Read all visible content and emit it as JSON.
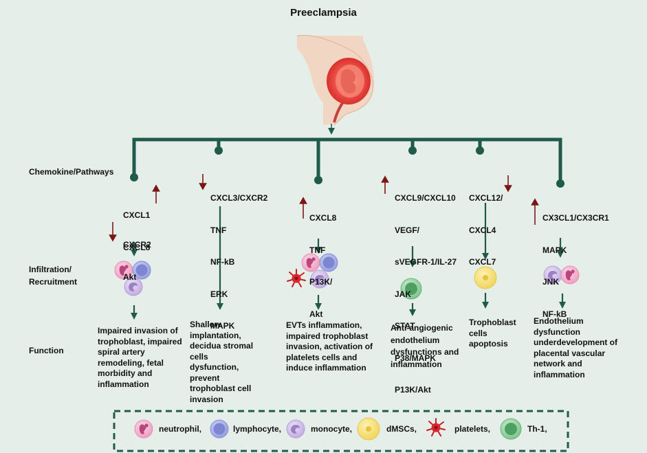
{
  "title": "Preeclampsia",
  "row_labels": {
    "chemokine": "Chemokine/Pathways",
    "infiltration": "Infiltration/\nRecruitment",
    "function": "Function"
  },
  "columns": [
    {
      "pathway_groups": [
        {
          "arrow": "up",
          "lines": [
            "CXCL1",
            "CXCL8"
          ]
        },
        {
          "arrow": "down",
          "lines": [
            "CXCR2",
            "Akt"
          ]
        }
      ],
      "cells": [
        "neutrophil",
        "lymphocyte",
        "monocyte"
      ],
      "function": "Impaired invasion of trophoblast, impaired  spiral artery remodeling, fetal morbidity and inflammation"
    },
    {
      "pathway_groups": [
        {
          "arrow": "down",
          "lines": [
            "CXCL3/CXCR2",
            "TNF",
            "NF-kB",
            "ERK",
            "MAPK"
          ]
        }
      ],
      "cells": [],
      "function": "Shallow implantation, decidua stromal cells dysfunction, prevent trophoblast cell invasion"
    },
    {
      "pathway_groups": [
        {
          "arrow": "up",
          "lines": [
            "CXCL8",
            "TNF",
            "P13K/",
            "Akt"
          ]
        }
      ],
      "cells": [
        "neutrophil",
        "lymphocyte",
        "platelets",
        "monocyte"
      ],
      "function": "EVTs inflammation, impaired trophoblast invasion, activation of platelets cells  and induce inflammation"
    },
    {
      "pathway_groups": [
        {
          "arrow": "up",
          "lines": [
            "CXCL9/CXCL10",
            "VEGF/",
            "sVEGFR-1/IL-27",
            "JAK",
            "STAT",
            "P38/MAPK",
            "P13K/Akt"
          ]
        }
      ],
      "cells": [
        "Th-1"
      ],
      "function": "Anti-angiogenic endothelium dysfunctions and inflammation"
    },
    {
      "pathway_groups": [
        {
          "arrow": "down",
          "lines": [
            "CXCL12/",
            "CXCL4",
            "CXCL7"
          ]
        }
      ],
      "cells": [
        "dMSCs"
      ],
      "function": "Trophoblast cells apoptosis"
    },
    {
      "pathway_groups": [
        {
          "arrow": "up",
          "lines": [
            "CX3CL1/CX3CR1",
            "MAPK",
            "JNK",
            "NF-kB"
          ]
        }
      ],
      "cells": [
        "monocyte",
        "neutrophil"
      ],
      "function": "Endothelium dysfunction underdevelopment of placental vascular network and inflammation"
    }
  ],
  "legend": [
    {
      "label": "neutrophil,",
      "icon": "neutrophil-icon"
    },
    {
      "label": "lymphocyte,",
      "icon": "lymphocyte-icon"
    },
    {
      "label": "monocyte,",
      "icon": "monocyte-icon"
    },
    {
      "label": "dMSCs,",
      "icon": "dmsc-icon"
    },
    {
      "label": "platelets,",
      "icon": "platelet-icon"
    },
    {
      "label": "Th-1,",
      "icon": "th1-icon"
    }
  ],
  "colors": {
    "background": "#e5eee9",
    "tree_line": "#1f5a4a",
    "arrow": "#1f5a4a",
    "up_down_arrow": "#7a1618",
    "neutrophil": "#f2b6cf",
    "lymphocyte": "#a9aee6",
    "monocyte": "#d3c2ea",
    "dmsc": "#f6e27c",
    "platelet": "#c81d25",
    "th1": "#8ccf9a"
  }
}
